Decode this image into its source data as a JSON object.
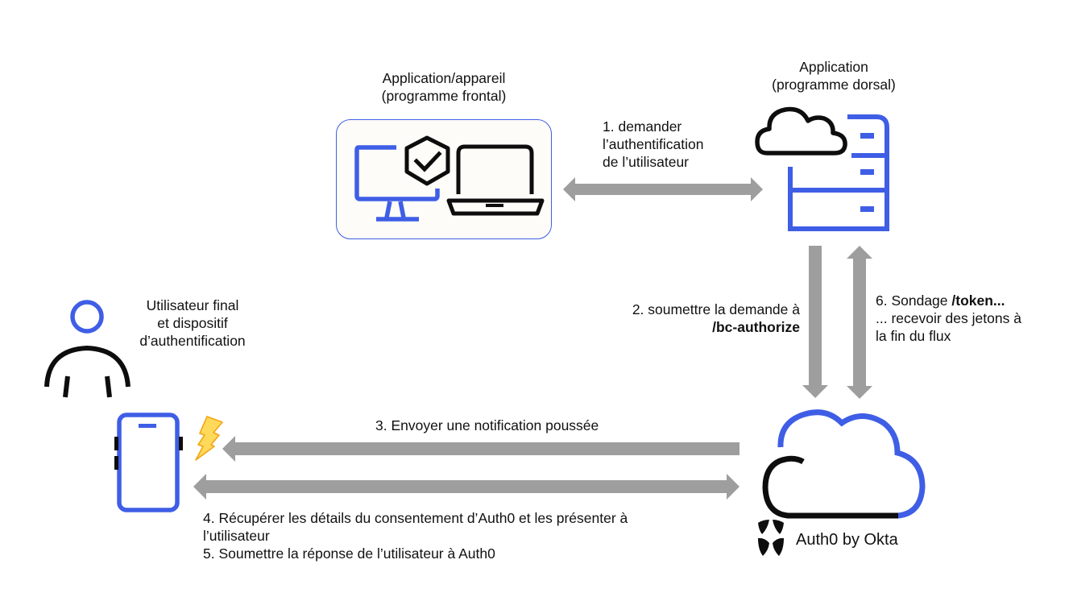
{
  "colors": {
    "accent_blue": "#3f5ee6",
    "icon_black": "#0d0d0d",
    "arrow_gray": "#9e9e9e",
    "bolt_fill": "#ffd95a",
    "bolt_stroke": "#f2a516"
  },
  "nodes": {
    "frontend": {
      "title_line1": "Application/appareil",
      "title_line2": "(programme frontal)",
      "icons": [
        "monitor-icon",
        "shield-check-icon",
        "laptop-icon"
      ]
    },
    "backend": {
      "title_line1": "Application",
      "title_line2": "(programme dorsal)",
      "icons": [
        "cloud-icon",
        "server-icon"
      ]
    },
    "user": {
      "title_line1": "Utilisateur final",
      "title_line2": "et dispositif",
      "title_line3": "d’authentification",
      "icons": [
        "user-icon",
        "smartphone-icon",
        "lightning-bolt-icon"
      ]
    },
    "auth0": {
      "brand_label": "Auth0 by Okta",
      "icons": [
        "cloud-icon",
        "auth0-shield-logo"
      ]
    }
  },
  "steps": {
    "step1": {
      "line1": "1. demander",
      "line2": "l’authentification",
      "line3": "de l’utilisateur"
    },
    "step2": {
      "line1": "2. soumettre la demande à",
      "endpoint": "/bc-authorize"
    },
    "step3": {
      "text": "3. Envoyer une notification poussée"
    },
    "step4": {
      "line1": "4. Récupérer les détails du consentement d’Auth0 et les présenter à",
      "line2": "l’utilisateur"
    },
    "step5": {
      "text": "5. Soumettre la réponse de l’utilisateur à Auth0"
    },
    "step6": {
      "prefix": "6. Sondage ",
      "endpoint": "/token...",
      "line2": "... recevoir des jetons à",
      "line3": "la fin du flux"
    }
  }
}
